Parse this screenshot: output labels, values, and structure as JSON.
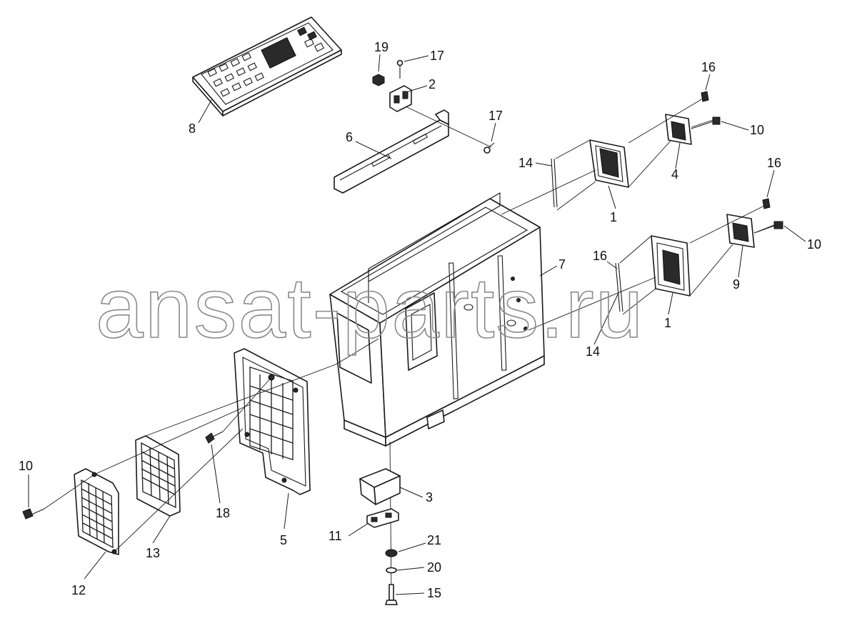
{
  "watermark": "ansat-parts.ru",
  "callouts": {
    "c1a": "1",
    "c1b": "1",
    "c2": "2",
    "c3": "3",
    "c4": "4",
    "c5": "5",
    "c6": "6",
    "c7": "7",
    "c8": "8",
    "c9": "9",
    "c10a": "10",
    "c10b": "10",
    "c10c": "10",
    "c11": "11",
    "c12": "12",
    "c13": "13",
    "c14a": "14",
    "c14b": "14",
    "c15": "15",
    "c16a": "16",
    "c16b": "16",
    "c16c": "16",
    "c17a": "17",
    "c17b": "17",
    "c18": "18",
    "c19": "19",
    "c20": "20",
    "c21": "21"
  }
}
